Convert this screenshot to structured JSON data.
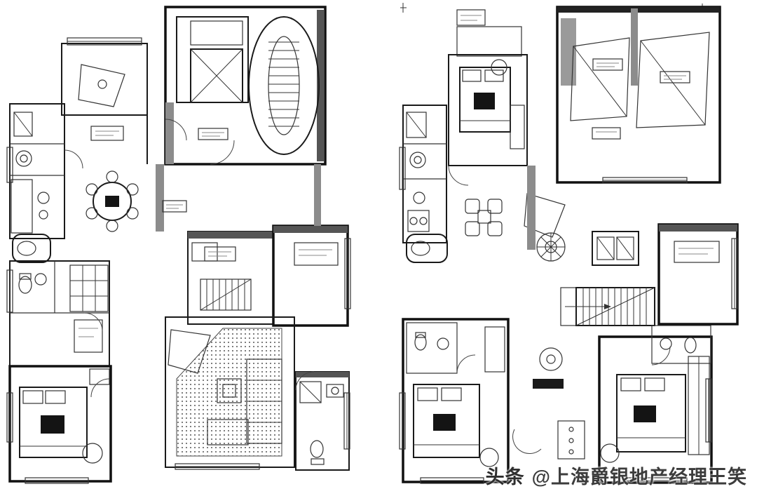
{
  "page": {
    "description": "Two black-and-white residential duplex floor plans side by side on a white background",
    "background": "#ffffff"
  },
  "watermark": {
    "brand": "头条",
    "handle": "@上海爵银地产经理王笑"
  },
  "colors": {
    "wall_line": "#111111",
    "wall_fill_gray": "#8c8c8c",
    "furniture_dark": "#141414",
    "texture_dot": "#555555",
    "watermark_text": "#3c3c3c",
    "background": "#ffffff"
  }
}
